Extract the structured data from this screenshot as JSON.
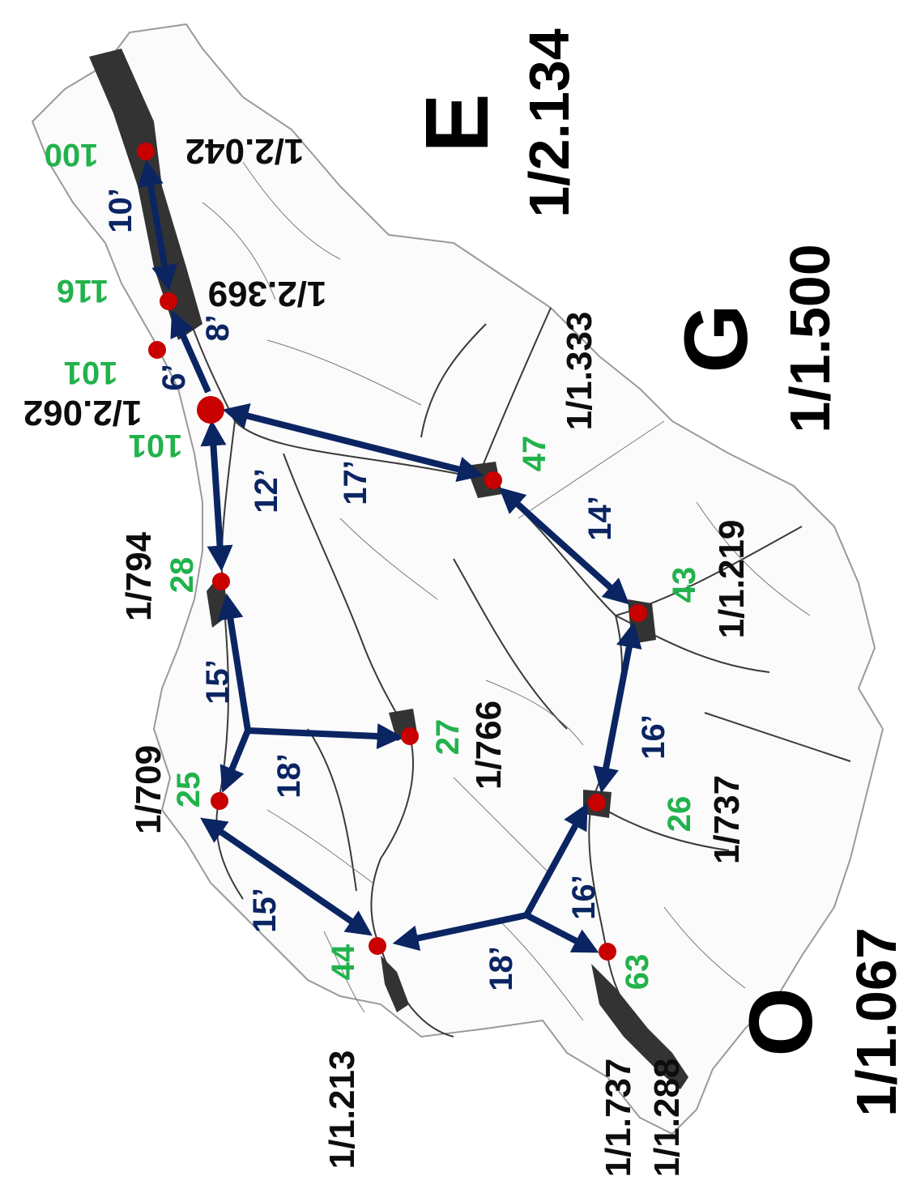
{
  "colors": {
    "node": "#c80000",
    "arrow": "#0b2563",
    "green_label": "#22b24c",
    "black_label": "#0d0d0d",
    "map_outline": "#9a9a9a",
    "river": "#1e1e1e",
    "reservoir": "#333333"
  },
  "regions": {
    "E": {
      "letter": "E",
      "ratio": "1/2.134"
    },
    "G": {
      "letter": "G",
      "ratio": "1/1.500"
    },
    "O": {
      "letter": "O",
      "ratio": "1/1.067"
    }
  },
  "nodes": [
    {
      "id": "n100",
      "code": "100",
      "ratio": "1/2.042"
    },
    {
      "id": "n116",
      "code": "116",
      "ratio": "1/2.369"
    },
    {
      "id": "n101a",
      "code": "101",
      "ratio": ""
    },
    {
      "id": "n101b",
      "code": "101",
      "ratio": "1/2.062"
    },
    {
      "id": "n28",
      "code": "28",
      "ratio": "1/794"
    },
    {
      "id": "n25",
      "code": "25",
      "ratio": "1/709"
    },
    {
      "id": "n44",
      "code": "44",
      "ratio": "1/1.213"
    },
    {
      "id": "n27",
      "code": "27",
      "ratio": "1/766"
    },
    {
      "id": "n47",
      "code": "47",
      "ratio": "1/1.333"
    },
    {
      "id": "n43",
      "code": "43",
      "ratio": "1/1.219"
    },
    {
      "id": "n26",
      "code": "26",
      "ratio": "1/737"
    },
    {
      "id": "n63",
      "code": "63",
      "ratio": "1/1.737"
    }
  ],
  "extra_ratio": "1/1.288",
  "routes": [
    {
      "id": "r10",
      "time": "10’"
    },
    {
      "id": "r8",
      "time": "8’"
    },
    {
      "id": "r6",
      "time": "6’"
    },
    {
      "id": "r12",
      "time": "12’"
    },
    {
      "id": "r17",
      "time": "17’"
    },
    {
      "id": "r14",
      "time": "14’"
    },
    {
      "id": "r15a",
      "time": "15’"
    },
    {
      "id": "r18a",
      "time": "18’"
    },
    {
      "id": "r16a",
      "time": "16’"
    },
    {
      "id": "r15b",
      "time": "15’"
    },
    {
      "id": "r18b",
      "time": "18’"
    },
    {
      "id": "r16b",
      "time": "16’"
    }
  ]
}
